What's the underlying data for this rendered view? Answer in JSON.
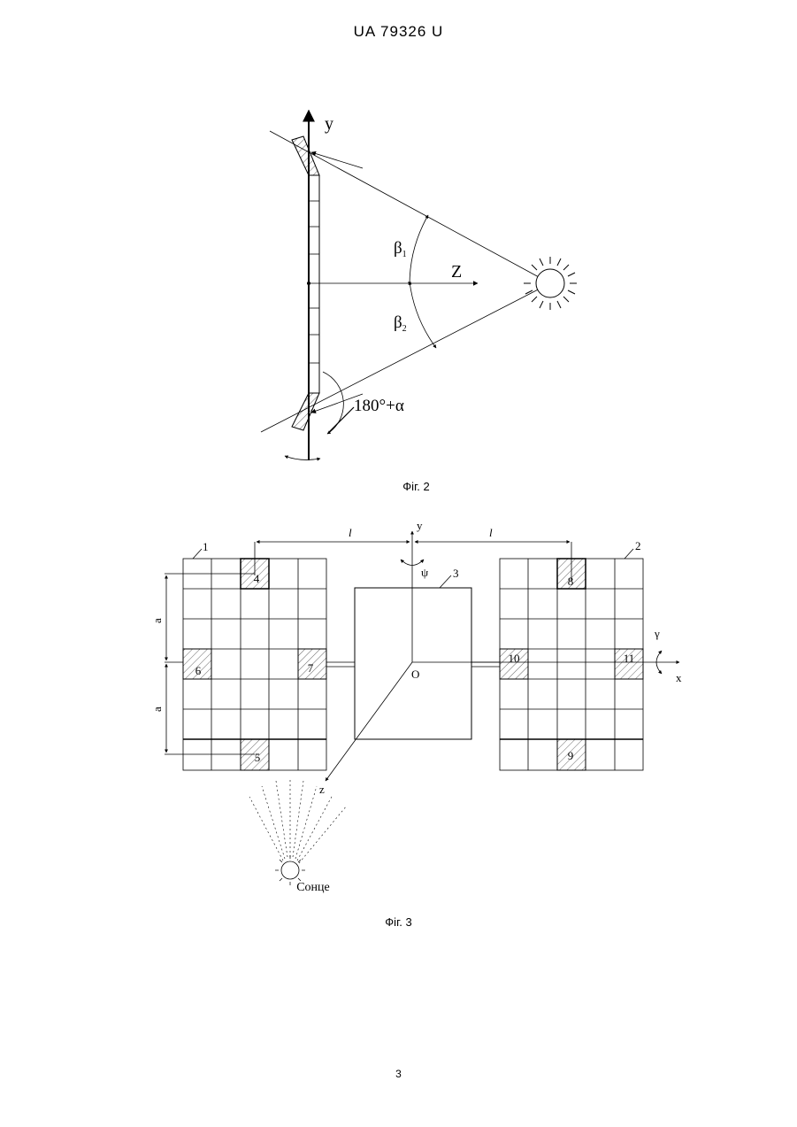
{
  "header": {
    "doc_id": "UA   79326   U"
  },
  "fig2": {
    "caption": "Фіг. 2",
    "labels": {
      "y_axis": "y",
      "z_axis": "Z",
      "beta1": "β",
      "beta1_sub": "1",
      "beta2": "β",
      "beta2_sub": "2",
      "angle": "180°+α"
    }
  },
  "fig3": {
    "caption": "Фіг. 3",
    "labels": {
      "panel_left": "1",
      "panel_right": "2",
      "body": "3",
      "cell_4": "4",
      "cell_5": "5",
      "cell_6": "6",
      "cell_7": "7",
      "cell_8": "8",
      "cell_9": "9",
      "cell_10": "10",
      "cell_11": "11",
      "dist_left": "l",
      "dist_right": "l",
      "dim_a_top": "a",
      "dim_a_bottom": "a",
      "y_axis": "y",
      "x_axis": "x",
      "z_axis": "z",
      "origin": "O",
      "psi": "ψ",
      "gamma": "γ",
      "sun": "Сонце"
    }
  },
  "footer": {
    "page_number": "3"
  }
}
